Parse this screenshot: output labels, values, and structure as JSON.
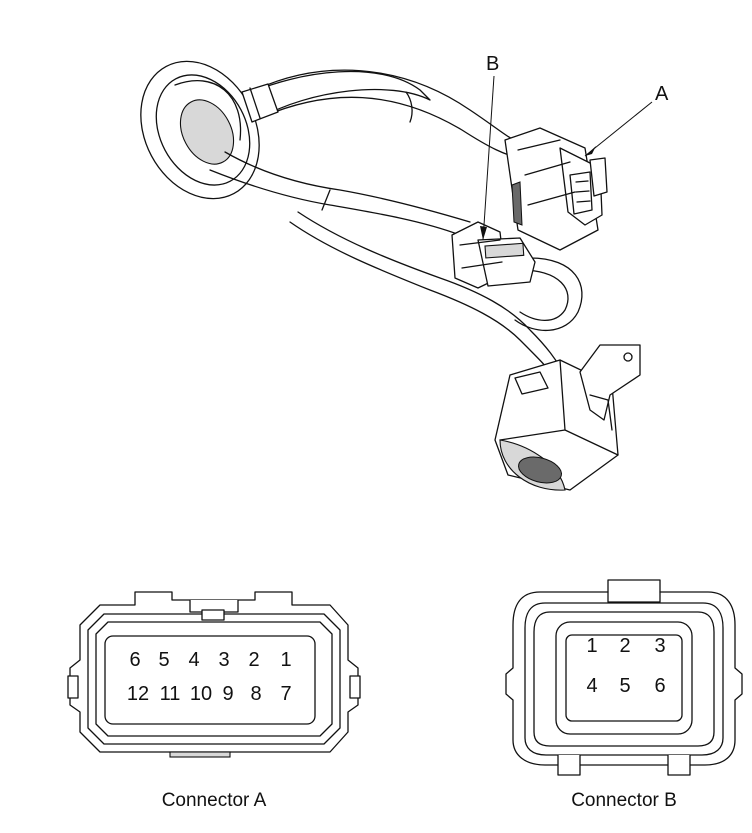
{
  "callouts": {
    "a": "A",
    "b": "B"
  },
  "connector_a": {
    "caption": "Connector A",
    "top_row": [
      "6",
      "5",
      "4",
      "3",
      "2",
      "1"
    ],
    "bottom_row": [
      "12",
      "11",
      "10",
      "9",
      "8",
      "7"
    ]
  },
  "connector_b": {
    "caption": "Connector B",
    "top_row": [
      "1",
      "2",
      "3"
    ],
    "bottom_row": [
      "4",
      "5",
      "6"
    ]
  },
  "colors": {
    "line": "#111111",
    "shade": "#d8d8d8",
    "background": "#ffffff"
  }
}
